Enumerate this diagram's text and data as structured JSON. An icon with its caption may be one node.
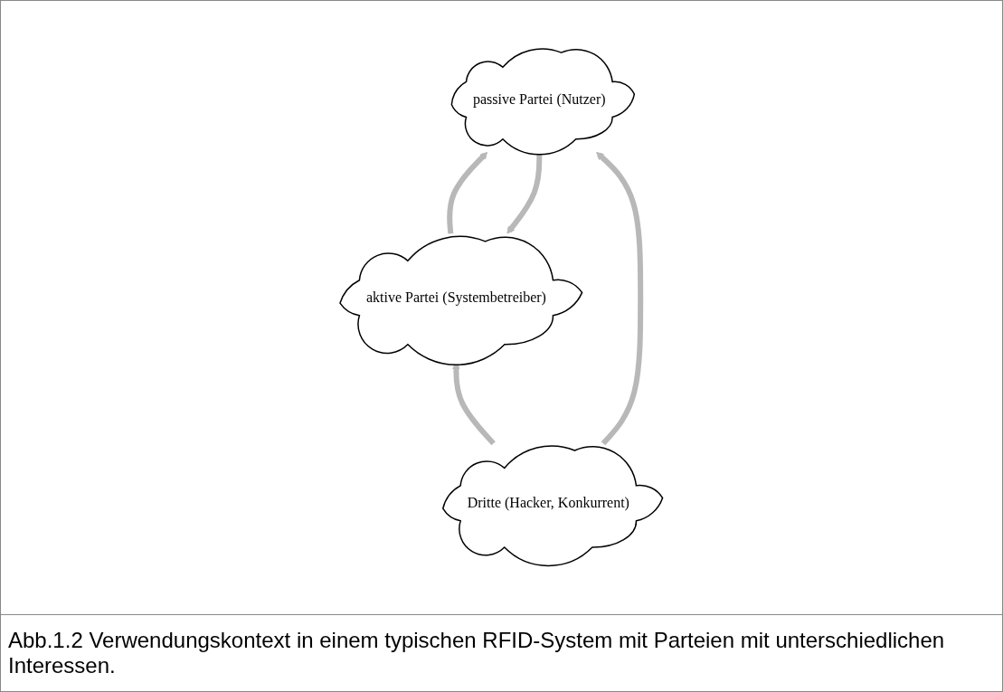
{
  "diagram": {
    "caption": "Abb.1.2 Verwendungskontext in einem typischen RFID-System mit Parteien mit unterschiedlichen Interessen.",
    "nodes": [
      {
        "text": [
          "aktive Partei (Systembetreiber)"
        ]
      },
      {
        "text": [
          "passive Partei (Nutzer)"
        ]
      },
      {
        "text": [
          "Dritte (Hacker, Konkurrent)"
        ]
      }
    ],
    "edges": [
      {
        "from": 0,
        "to": 1,
        "arrow": "to"
      },
      {
        "from": 1,
        "to": 0,
        "arrow": "to"
      },
      {
        "from": 2,
        "to": 0,
        "arrow": "to"
      },
      {
        "from": 2,
        "to": 1,
        "arrow": "to"
      }
    ]
  }
}
